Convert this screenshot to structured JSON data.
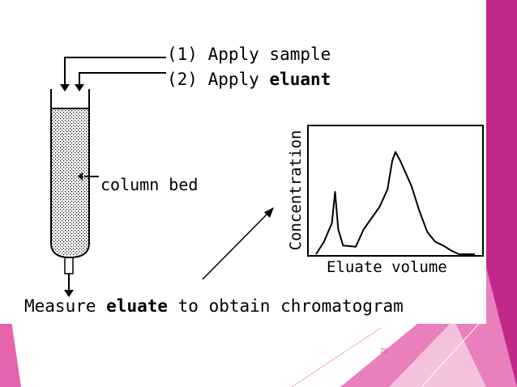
{
  "steps": {
    "apply_sample": "(1) Apply sample",
    "apply_eluant_prefix": "(2) Apply ",
    "apply_eluant_bold": "eluant"
  },
  "column": {
    "bed_label": "column bed"
  },
  "measure": {
    "prefix": "Measure ",
    "bold": "eluate",
    "suffix": " to obtain chromatogram"
  },
  "chart_data": {
    "type": "line",
    "title": "",
    "xlabel": "Eluate volume",
    "ylabel": "Concentration",
    "grid": false,
    "axis_ticks": false,
    "series": [
      {
        "values": [
          [
            0,
            0
          ],
          [
            5,
            0.1
          ],
          [
            10,
            0.25
          ],
          [
            12,
            0.5
          ],
          [
            14,
            0.2
          ],
          [
            17,
            0.07
          ],
          [
            25,
            0.06
          ],
          [
            30,
            0.2
          ],
          [
            40,
            0.38
          ],
          [
            45,
            0.52
          ],
          [
            48,
            0.75
          ],
          [
            50,
            0.82
          ],
          [
            53,
            0.75
          ],
          [
            60,
            0.55
          ],
          [
            65,
            0.35
          ],
          [
            70,
            0.18
          ],
          [
            75,
            0.1
          ],
          [
            80,
            0.07
          ],
          [
            85,
            0.03
          ],
          [
            90,
            0.0
          ],
          [
            100,
            0.0
          ]
        ]
      }
    ]
  },
  "slide": {
    "page_number": "26",
    "colors": {
      "accent_dark": "#c2278a",
      "accent_mid": "#e563ad",
      "accent_light": "#f5b3d6"
    }
  }
}
